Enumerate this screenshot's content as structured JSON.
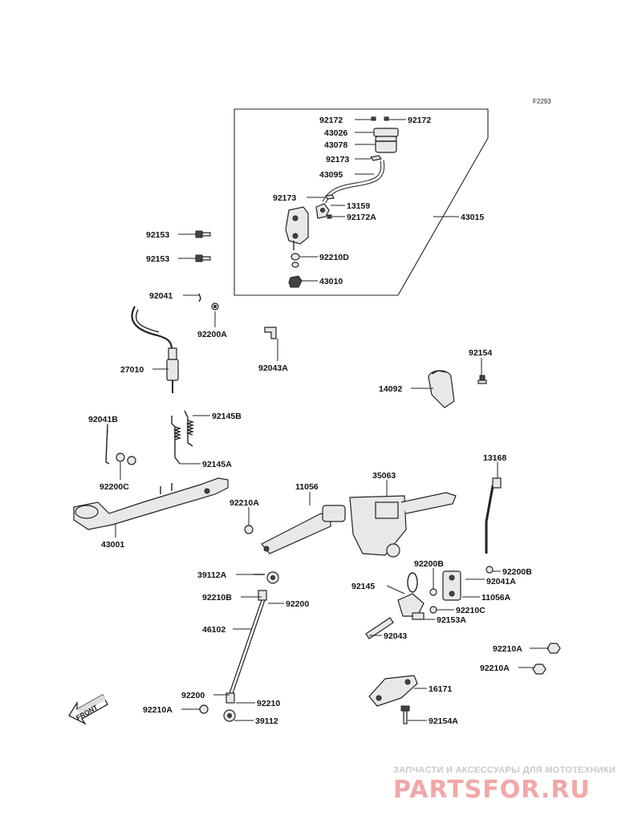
{
  "diagram_code": "F2293",
  "labels": {
    "l_92172_a": "92172",
    "l_92172_b": "92172",
    "l_43026": "43026",
    "l_43078": "43078",
    "l_92173_a": "92173",
    "l_43095": "43095",
    "l_92173_b": "92173",
    "l_13159": "13159",
    "l_92172A": "92172A",
    "l_43015": "43015",
    "l_92153_a": "92153",
    "l_92153_b": "92153",
    "l_92210D": "92210D",
    "l_43010": "43010",
    "l_92041": "92041",
    "l_92200A": "92200A",
    "l_92043A": "92043A",
    "l_27010": "27010",
    "l_92154": "92154",
    "l_14092": "14092",
    "l_92041B": "92041B",
    "l_92145B": "92145B",
    "l_92145A": "92145A",
    "l_92200C": "92200C",
    "l_13168": "13168",
    "l_11056": "11056",
    "l_35063": "35063",
    "l_92210A_a": "92210A",
    "l_43001": "43001",
    "l_92200B_a": "92200B",
    "l_92200B_b": "92200B",
    "l_92041A": "92041A",
    "l_39112A": "39112A",
    "l_92210B": "92210B",
    "l_92200_a": "92200",
    "l_92145": "92145",
    "l_11056A": "11056A",
    "l_92210C": "92210C",
    "l_92153A": "92153A",
    "l_46102": "46102",
    "l_92043": "92043",
    "l_92210A_b": "92210A",
    "l_92210A_c": "92210A",
    "l_16171": "16171",
    "l_92200_b": "92200",
    "l_92210": "92210",
    "l_92210A_d": "92210A",
    "l_39112": "39112",
    "l_92154A": "92154A"
  },
  "front_label": "FRONT",
  "watermark": {
    "tagline": "ЗАПЧАСТИ И АКСЕССУАРЫ ДЛЯ МОТОТЕХНИКИ",
    "logo": "PARTSFOR.RU"
  }
}
